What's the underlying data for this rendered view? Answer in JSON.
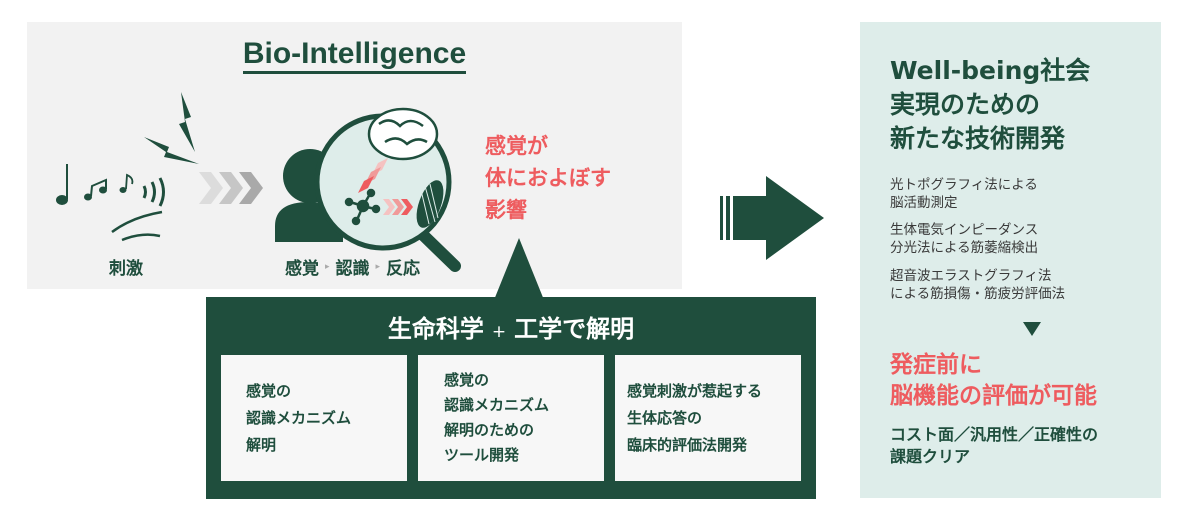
{
  "colors": {
    "primary_green": "#1f4e3d",
    "accent_pink": "#ee5c5f",
    "left_bg": "#f2f2f2",
    "right_bg": "#deedea",
    "card_bg": "#f7f7f7"
  },
  "left_panel": {
    "title": "Bio-Intelligence",
    "stimulus_label": "刺激",
    "stimulus_icons": [
      "music-notes-icon",
      "sound-wave-icon",
      "lightning-icon",
      "wind-icon"
    ],
    "process": {
      "steps": [
        "感覚",
        "認識",
        "反応"
      ],
      "separator": "▸"
    },
    "magnifier_icons": [
      "person-icon",
      "magnifier-icon",
      "brain-icon",
      "neuron-icon",
      "muscle-icon"
    ],
    "effect_lines": [
      "感覚が",
      "体におよぼす",
      "影響"
    ]
  },
  "callout": {
    "title_part1": "生命科学",
    "plus": "+",
    "title_part2": "工学で解明",
    "cards": [
      {
        "lines": [
          "感覚の",
          "認識メカニズム",
          "解明"
        ]
      },
      {
        "lines": [
          "感覚の",
          "認識メカニズム",
          "解明のための",
          "ツール開発"
        ]
      },
      {
        "lines": [
          "感覚刺激が惹起する",
          "生体応答の",
          "臨床的評価法開発"
        ]
      }
    ]
  },
  "right_panel": {
    "title_lines": [
      "Well-being社会",
      "実現のための",
      "新たな技術開発"
    ],
    "methods": [
      {
        "lines": [
          "光トポグラフィ法による",
          "脳活動測定"
        ]
      },
      {
        "lines": [
          "生体電気インピーダンス",
          "分光法による筋萎縮検出"
        ]
      },
      {
        "lines": [
          "超音波エラストグラフィ法",
          "による筋損傷・筋疲労評価法"
        ]
      }
    ],
    "result_lines": [
      "発症前に",
      "脳機能の評価が可能"
    ],
    "clear_lines": [
      "コスト面／汎用性／正確性の",
      "課題クリア"
    ]
  }
}
